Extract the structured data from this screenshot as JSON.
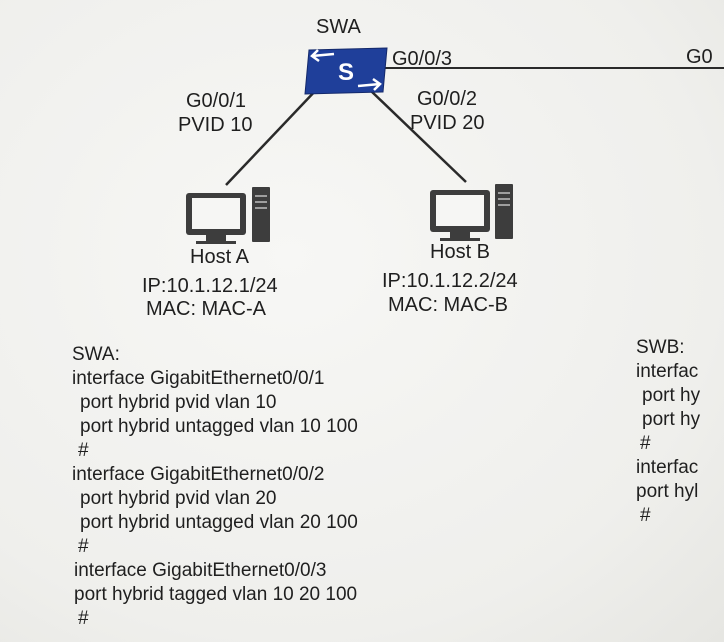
{
  "swa": {
    "name": "SWA",
    "icon": "switch-icon",
    "icon_letter": "S",
    "icon_color": "#1f3f9a",
    "ports": {
      "g003": "G0/0/3",
      "g001": "G0/0/1",
      "pvid10": "PVID 10",
      "g002": "G0/0/2",
      "pvid20": "PVID 20"
    }
  },
  "swb_link_port": "G0",
  "hosts": [
    {
      "name": "Host A",
      "ip": "IP:10.1.12.1/24",
      "mac": "MAC:  MAC-A",
      "icon": "computer-icon"
    },
    {
      "name": "Host B",
      "ip": "IP:10.1.12.2/24",
      "mac": "MAC:  MAC-B",
      "icon": "computer-icon"
    }
  ],
  "config_swa": {
    "title": "SWA:",
    "lines": [
      "interface GigabitEthernet0/0/1",
      " port hybrid pvid vlan 10",
      " port hybrid untagged vlan 10 100",
      "#",
      "interface GigabitEthernet0/0/2",
      " port hybrid pvid vlan 20",
      " port hybrid untagged vlan 20 100",
      "#",
      "interface GigabitEthernet0/0/3",
      "port hybrid tagged vlan 10 20 100",
      "#"
    ]
  },
  "config_swb": {
    "title": "SWB:",
    "lines": [
      "interfac",
      " port hy",
      " port hy",
      "#",
      "interfac",
      "port hyl",
      "#"
    ]
  }
}
